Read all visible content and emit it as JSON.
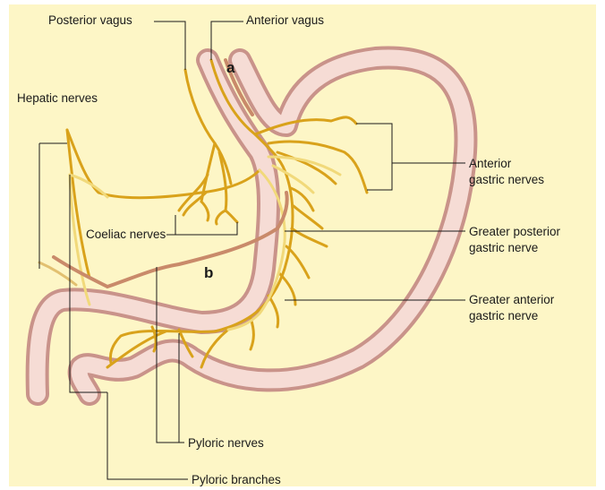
{
  "labels": {
    "posterior_vagus": "Posterior vagus",
    "anterior_vagus": "Anterior vagus",
    "hepatic_nerves": "Hepatic nerves",
    "anterior_gastric_nerves_line1": "Anterior",
    "anterior_gastric_nerves_line2": "gastric nerves",
    "coeliac_nerves": "Coeliac nerves",
    "greater_posterior_line1": "Greater posterior",
    "greater_posterior_line2": "gastric nerve",
    "greater_anterior_line1": "Greater anterior",
    "greater_anterior_line2": "gastric nerve",
    "pyloric_nerves": "Pyloric nerves",
    "pyloric_branches": "Pyloric branches",
    "marker_a": "a",
    "marker_b": "b"
  },
  "colors": {
    "background": "#fdf6c6",
    "stomach_outline": "#c9938a",
    "stomach_fill": "#f6dcd5",
    "nerve": "#d9a21b",
    "nerve_light": "#f1d97a",
    "vessel_b": "#c98a6a",
    "leader": "#1a1a1a"
  }
}
